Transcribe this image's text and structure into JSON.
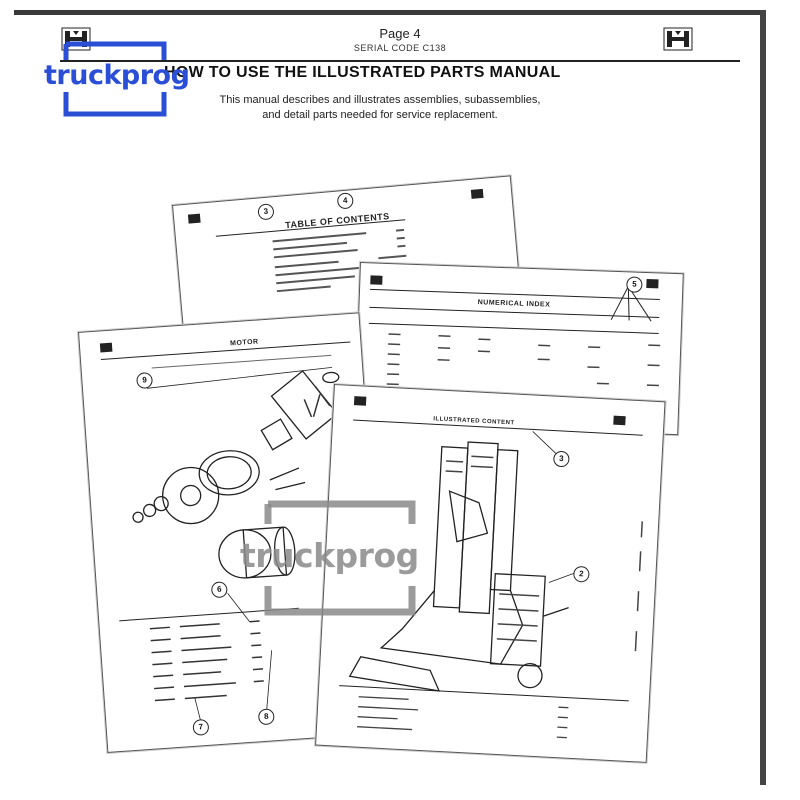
{
  "header": {
    "page": "Page 4",
    "serial": "SERIAL CODE C138"
  },
  "document": {
    "title": "HOW TO USE THE ILLUSTRATED PARTS MANUAL",
    "subtitle_line1": "This manual describes and illustrates assemblies, subassemblies,",
    "subtitle_line2": "and detail parts needed for service replacement."
  },
  "sheets": {
    "toc": {
      "label": "TABLE OF CONTENTS",
      "callouts": [
        "3",
        "4"
      ]
    },
    "index": {
      "label": "NUMERICAL INDEX",
      "callouts": [
        "5"
      ]
    },
    "motor": {
      "label": "MOTOR",
      "callouts": [
        "9",
        "6",
        "7",
        "8"
      ]
    },
    "contents": {
      "label": "ILLUSTRATED CONTENT",
      "callouts": [
        "3",
        "2"
      ]
    }
  },
  "watermark": {
    "text": "truckprog"
  },
  "colors": {
    "watermark_blue": "#2a4fd6",
    "watermark_gray": "#8a8a8a",
    "ink": "#222222"
  }
}
